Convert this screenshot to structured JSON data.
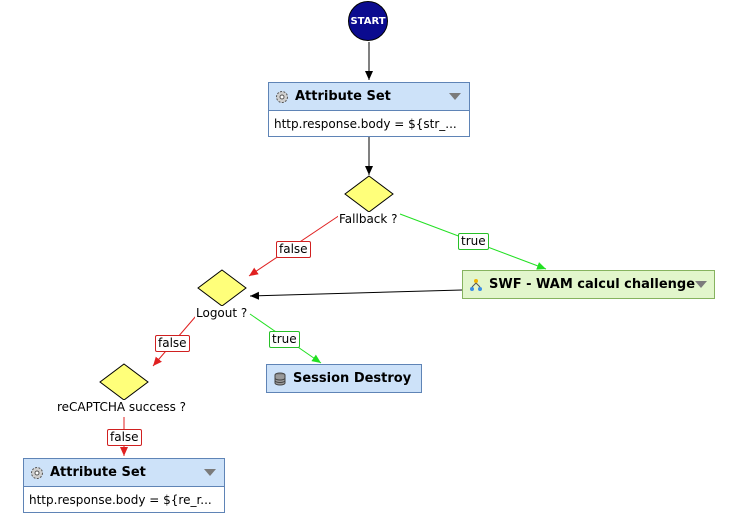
{
  "start": {
    "label": "START"
  },
  "nodes": {
    "attr_set_top": {
      "title": "Attribute Set",
      "body": "http.response.body = ${str_...",
      "icon": "gear-icon"
    },
    "swf": {
      "title": "SWF - WAM calcul challenge",
      "icon": "workflow-icon"
    },
    "session_destroy": {
      "title": "Session Destroy",
      "icon": "database-icon"
    },
    "attr_set_bottom": {
      "title": "Attribute Set",
      "body": "http.response.body = ${re_r...",
      "icon": "gear-icon"
    }
  },
  "decisions": {
    "fallback": "Fallback ?",
    "logout": "Logout ?",
    "recaptcha": "reCAPTCHA success ?"
  },
  "edges": {
    "fallback_true": "true",
    "fallback_false": "false",
    "logout_true": "true",
    "logout_false": "false",
    "recaptcha_false": "false"
  },
  "colors": {
    "true_edge": "#22e022",
    "false_edge": "#e02020",
    "default_edge": "#000000",
    "decision_fill": "#ffff7a",
    "start_fill": "#0b0b8f",
    "node_blue": "#cde2f9",
    "node_green": "#e2f6cc"
  }
}
